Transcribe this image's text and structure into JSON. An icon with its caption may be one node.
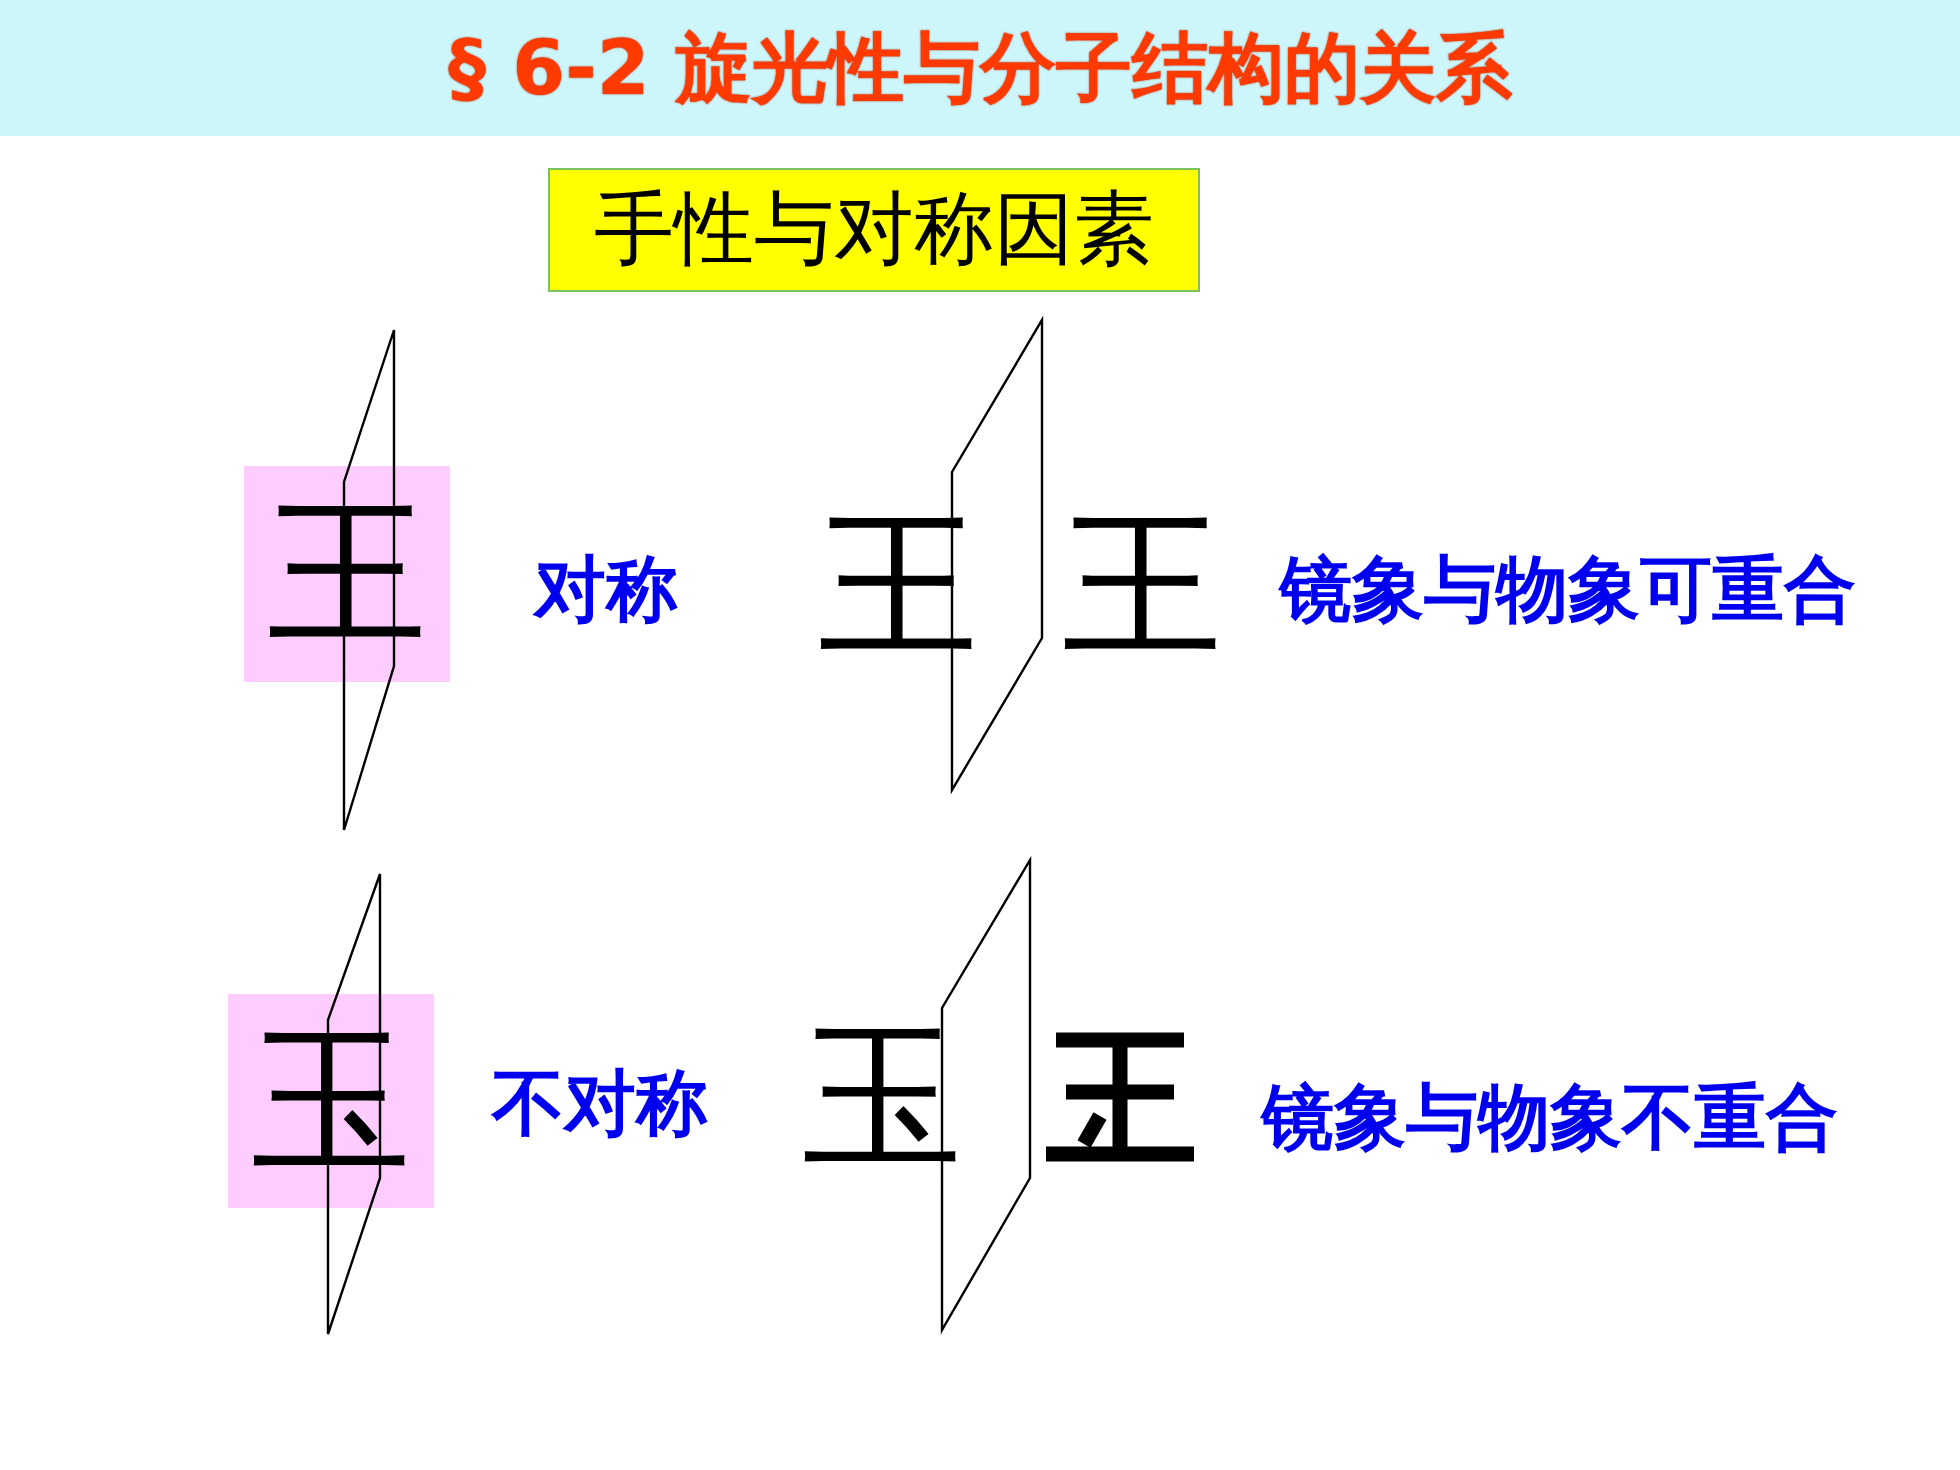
{
  "diagram": {
    "title": "§ 6-2 旋光性与分子结构的关系",
    "nodes": [
      {
        "text": [
          "手性与对称因素"
        ]
      },
      {
        "text": [
          "王"
        ],
        "beside": [
          "对称"
        ]
      },
      {
        "text": [
          "玉"
        ],
        "beside": [
          "不对称"
        ]
      }
    ],
    "labels": [
      "王",
      "王",
      "镜象与物象可重合",
      "玉",
      "镜象与物象不重合"
    ]
  }
}
